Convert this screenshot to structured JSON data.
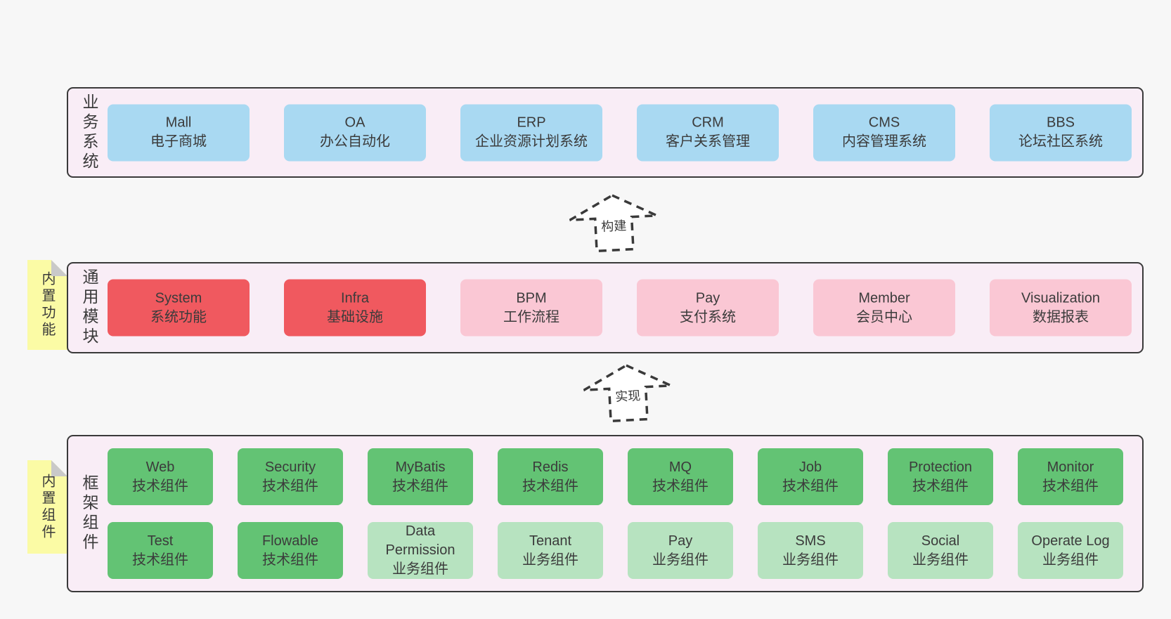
{
  "colors": {
    "page_bg": "#f7f7f7",
    "panel_bg": "#f9edf6",
    "panel_border": "#3a3a3a",
    "box_blue": "#a9d9f2",
    "box_red": "#f0595f",
    "box_pink": "#fac7d4",
    "box_green_dark": "#63c374",
    "box_green_light": "#b7e3c0",
    "note_yellow": "#fbfba5",
    "note_fold_gray": "#c9c9c9",
    "text": "#3b3b3b"
  },
  "arrows": [
    {
      "label": "构建"
    },
    {
      "label": "实现"
    }
  ],
  "sections": {
    "business": {
      "side_label": "业务系统",
      "boxes": [
        {
          "title": "Mall",
          "subtitle": "电子商城",
          "variant": "blue"
        },
        {
          "title": "OA",
          "subtitle": "办公自动化",
          "variant": "blue"
        },
        {
          "title": "ERP",
          "subtitle": "企业资源计划系统",
          "variant": "blue"
        },
        {
          "title": "CRM",
          "subtitle": "客户关系管理",
          "variant": "blue"
        },
        {
          "title": "CMS",
          "subtitle": "内容管理系统",
          "variant": "blue"
        },
        {
          "title": "BBS",
          "subtitle": "论坛社区系统",
          "variant": "blue"
        }
      ]
    },
    "common": {
      "side_label": "通用模块",
      "note_label": "内置功能",
      "boxes": [
        {
          "title": "System",
          "subtitle": "系统功能",
          "variant": "red"
        },
        {
          "title": "Infra",
          "subtitle": "基础设施",
          "variant": "red"
        },
        {
          "title": "BPM",
          "subtitle": "工作流程",
          "variant": "pink"
        },
        {
          "title": "Pay",
          "subtitle": "支付系统",
          "variant": "pink"
        },
        {
          "title": "Member",
          "subtitle": "会员中心",
          "variant": "pink"
        },
        {
          "title": "Visualization",
          "subtitle": "数据报表",
          "variant": "pink"
        }
      ]
    },
    "framework": {
      "side_label": "框架组件",
      "note_label": "内置组件",
      "row1": [
        {
          "title": "Web",
          "subtitle": "技术组件",
          "variant": "green-dark"
        },
        {
          "title": "Security",
          "subtitle": "技术组件",
          "variant": "green-dark"
        },
        {
          "title": "MyBatis",
          "subtitle": "技术组件",
          "variant": "green-dark"
        },
        {
          "title": "Redis",
          "subtitle": "技术组件",
          "variant": "green-dark"
        },
        {
          "title": "MQ",
          "subtitle": "技术组件",
          "variant": "green-dark"
        },
        {
          "title": "Job",
          "subtitle": "技术组件",
          "variant": "green-dark"
        },
        {
          "title": "Protection",
          "subtitle": "技术组件",
          "variant": "green-dark"
        },
        {
          "title": "Monitor",
          "subtitle": "技术组件",
          "variant": "green-dark"
        }
      ],
      "row2": [
        {
          "title": "Test",
          "subtitle": "技术组件",
          "variant": "green-dark"
        },
        {
          "title": "Flowable",
          "subtitle": "技术组件",
          "variant": "green-dark"
        },
        {
          "title": "Data Permission",
          "subtitle": "业务组件",
          "variant": "green-light"
        },
        {
          "title": "Tenant",
          "subtitle": "业务组件",
          "variant": "green-light"
        },
        {
          "title": "Pay",
          "subtitle": "业务组件",
          "variant": "green-light"
        },
        {
          "title": "SMS",
          "subtitle": "业务组件",
          "variant": "green-light"
        },
        {
          "title": "Social",
          "subtitle": "业务组件",
          "variant": "green-light"
        },
        {
          "title": "Operate Log",
          "subtitle": "业务组件",
          "variant": "green-light"
        }
      ]
    }
  }
}
